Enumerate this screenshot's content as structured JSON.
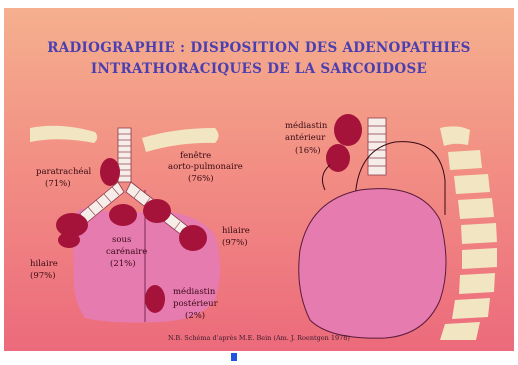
{
  "title": {
    "line1": "RADIOGRAPHIE :  DISPOSITION DES ADENOPATHIES",
    "line2": "INTRATHORACIQUES DE LA SARCOIDOSE"
  },
  "left_diagram": {
    "paratracheal": {
      "name": "paratrachéal",
      "pct": "(71%)"
    },
    "fenetre": {
      "line1": "fenêtre",
      "line2": "aorto-pulmonaire",
      "pct": "(76%)"
    },
    "hilaire_right": {
      "name": "hilaire",
      "pct": "(97%)"
    },
    "hilaire_left": {
      "name": "hilaire",
      "pct": "(97%)"
    },
    "sous_carenaire": {
      "line1": "sous",
      "line2": "carénaire",
      "pct": "(21%)"
    },
    "mediastin_posterieur": {
      "line1": "médiastin",
      "line2": "postérieur",
      "pct": "(2%)"
    }
  },
  "right_diagram": {
    "mediastin_anterieur": {
      "line1": "médiastin",
      "line2": "antérieur",
      "pct": "(16%)"
    }
  },
  "footnote": "N.B. Schéma d'après M.E. Bein (Am. J. Roentgen 1978)",
  "colors": {
    "background_top": "#f3a48a",
    "background_bottom": "#ee6c7c",
    "title": "#4a3fb0",
    "node": "#a5133a",
    "pink_mass": "#e67bb0",
    "bone": "#f2e6c2"
  }
}
